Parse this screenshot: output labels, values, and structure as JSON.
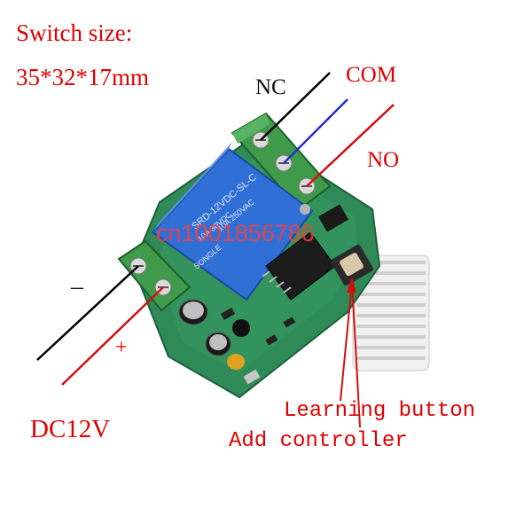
{
  "size_caption": {
    "title": "Switch size:",
    "dimensions": "35*32*17mm"
  },
  "relay_terminals": {
    "nc": "NC",
    "com": "COM",
    "no": "NO"
  },
  "power_terminals": {
    "minus": "–",
    "plus": "+",
    "supply": "DC12V"
  },
  "button_notes": {
    "learning": "Learning button",
    "add": "Add controller"
  },
  "watermark": "cn1001856786",
  "relay_print": {
    "line1": "SRD-12VDC-SL-C",
    "line2": "10A 250VAC",
    "line3": "10A 30VDC",
    "brand": "SONGLE"
  },
  "colors": {
    "label_red": "#e00000",
    "board_green": "#2e8b57",
    "relay_blue": "#2f6fd6",
    "wire_blue": "#1f2fd0",
    "wire_red": "#d01010"
  }
}
